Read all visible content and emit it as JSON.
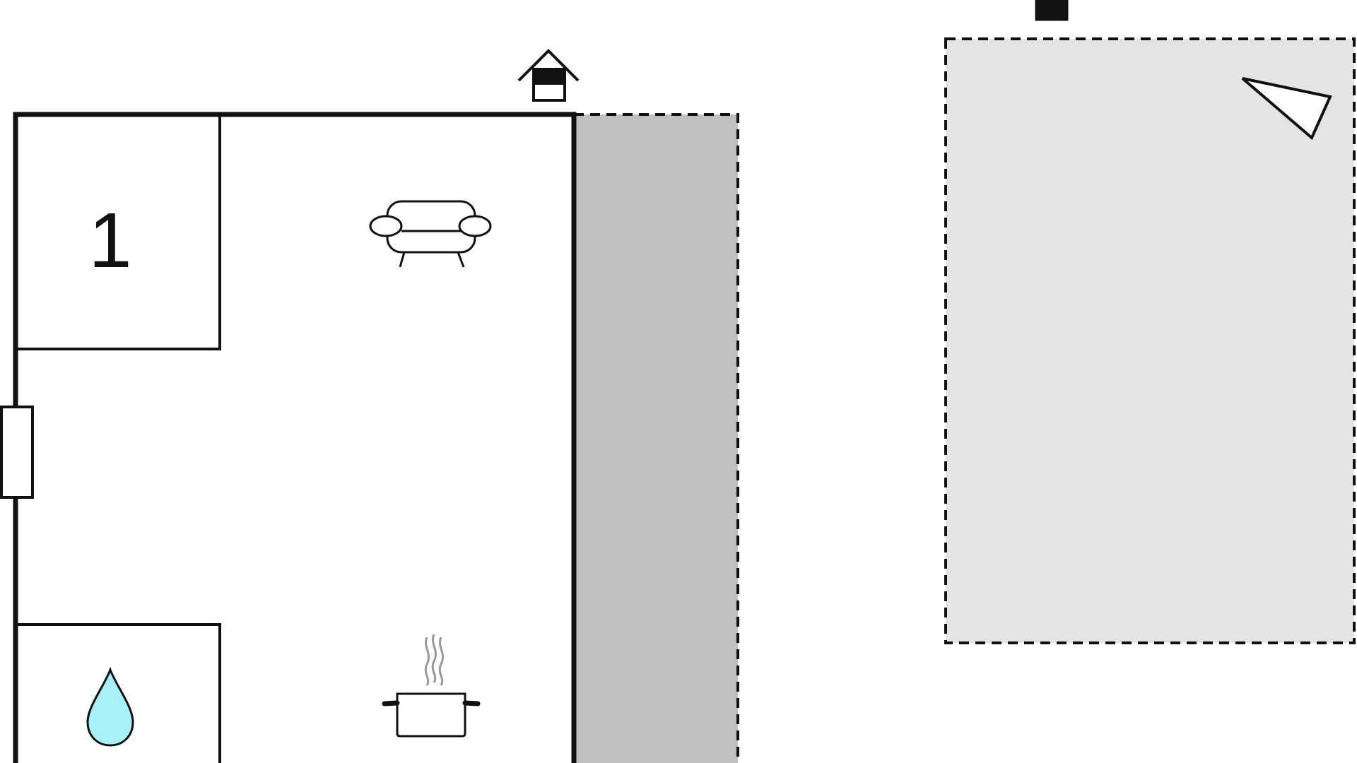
{
  "floorplan": {
    "rooms": [
      {
        "type": "bedroom",
        "label": "1"
      },
      {
        "type": "living-room",
        "icon": "sofa-icon"
      },
      {
        "type": "kitchen",
        "icon": "cooking-pot-icon"
      },
      {
        "type": "bathroom",
        "icon": "water-drop-icon"
      }
    ],
    "areas": [
      {
        "type": "terrace",
        "style": "dashed",
        "fill": "#c0c0c0"
      },
      {
        "type": "garden",
        "style": "dashed",
        "fill": "#e4e4e4"
      }
    ],
    "entrances": [
      "house-entrance-icon",
      "entrance-icon"
    ],
    "colors": {
      "wall": "#111111",
      "background": "#ffffff",
      "terrace": "#c0c0c0",
      "garden": "#e4e4e4",
      "water": "#a8f0f8",
      "steam": "#999999"
    }
  }
}
